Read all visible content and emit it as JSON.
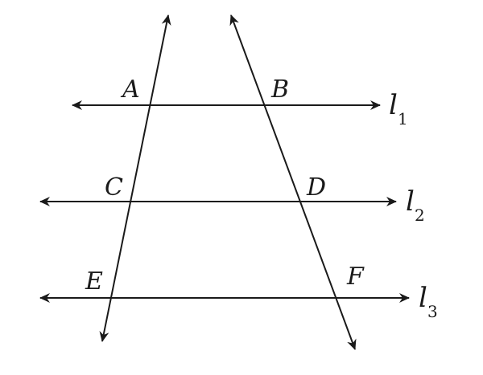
{
  "diagram": {
    "points": {
      "A": "A",
      "B": "B",
      "C": "C",
      "D": "D",
      "E": "E",
      "F": "F"
    },
    "lines": [
      {
        "letter": "l",
        "subscript": "1"
      },
      {
        "letter": "l",
        "subscript": "2"
      },
      {
        "letter": "l",
        "subscript": "3"
      }
    ],
    "colors": {
      "stroke": "#1a1a1a",
      "background": "#ffffff"
    }
  }
}
